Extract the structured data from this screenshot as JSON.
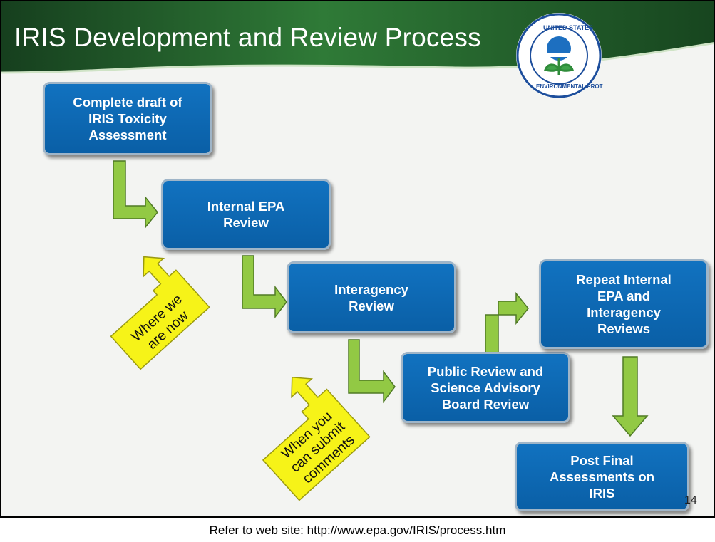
{
  "slide": {
    "title": "IRIS Development and Review Process",
    "page_number": "14",
    "logo_text": "UNITED STATES ENVIRONMENTAL PROTECTION AGENCY"
  },
  "steps": {
    "draft": "Complete draft of\nIRIS Toxicity\nAssessment",
    "internal": "Internal EPA\nReview",
    "interagency": "Interagency\nReview",
    "public": "Public Review and\nScience Advisory\nBoard Review",
    "repeat": "Repeat Internal\nEPA and\nInteragency\nReviews",
    "post": "Post  Final\nAssessments on\nIRIS"
  },
  "callouts": {
    "now_line1": "Where we",
    "now_line2": "are now",
    "submit_line1": "When you",
    "submit_line2": "can submit",
    "submit_line3": "comments"
  },
  "footer": {
    "note": "Refer to web site: http://www.epa.gov/IRIS/process.htm"
  },
  "colors": {
    "box_blue": "#0b66b2",
    "arrow_green": "#92c944",
    "callout_yellow": "#f6f318",
    "header_green": "#1e5e2c"
  }
}
